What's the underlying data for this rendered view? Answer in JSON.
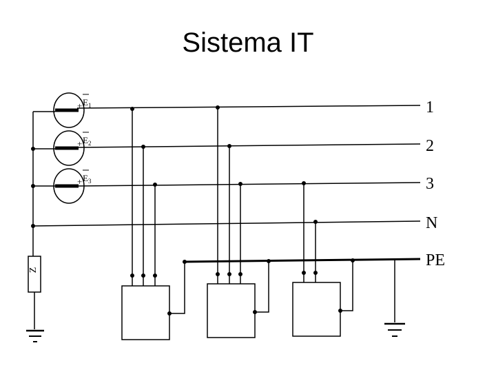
{
  "title": "Sistema IT",
  "sources": [
    {
      "symbol": "E",
      "index": "1"
    },
    {
      "symbol": "E",
      "index": "2"
    },
    {
      "symbol": "E",
      "index": "3"
    }
  ],
  "impedance_label": "Z",
  "lines": [
    "1",
    "2",
    "3",
    "N",
    "PE"
  ]
}
